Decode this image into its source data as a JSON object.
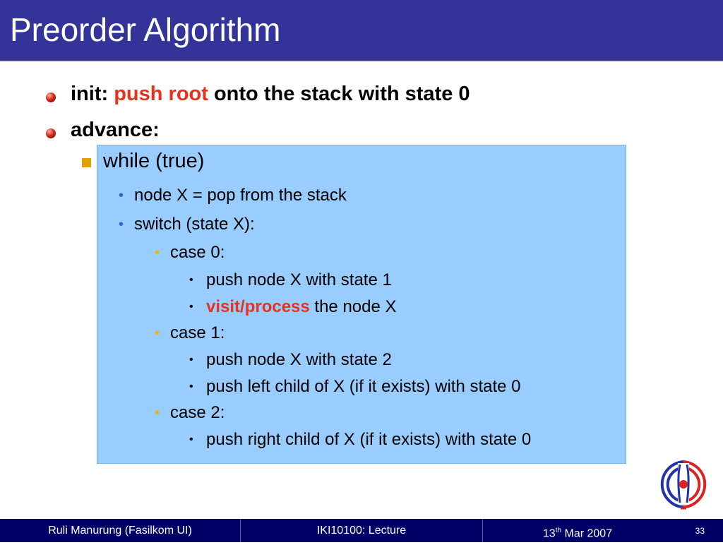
{
  "title": "Preorder Algorithm",
  "bullets": {
    "init_prefix": "init: ",
    "init_red": "push root",
    "init_suffix": " onto the stack with state 0",
    "advance": "advance:"
  },
  "loop": {
    "while": "while (true)",
    "pop": "node X = pop from the stack",
    "switch": "switch (state X):",
    "case0": "case 0:",
    "case0_a": "push node X with state 1",
    "case0_b_red": "visit/process",
    "case0_b_rest": " the node X",
    "case1": "case 1:",
    "case1_a": "push node X with state 2",
    "case1_b": "push left child of  X (if it exists) with state 0",
    "case2": "case 2:",
    "case2_a": "push right child of X (if it exists) with state 0"
  },
  "footer": {
    "author": "Ruli Manurung (Fasilkom UI)",
    "course": "IKI10100: Lecture",
    "date_day": "13",
    "date_sup": "th",
    "date_rest": " Mar 2007",
    "page": "33"
  },
  "colors": {
    "title_bar": "#333399",
    "highlight": "#e8331c",
    "box": "#99ccff",
    "footer": "#000066"
  },
  "icons": [
    "red-ball-bullet-icon",
    "square-bullet-icon",
    "makara-logo-icon"
  ]
}
